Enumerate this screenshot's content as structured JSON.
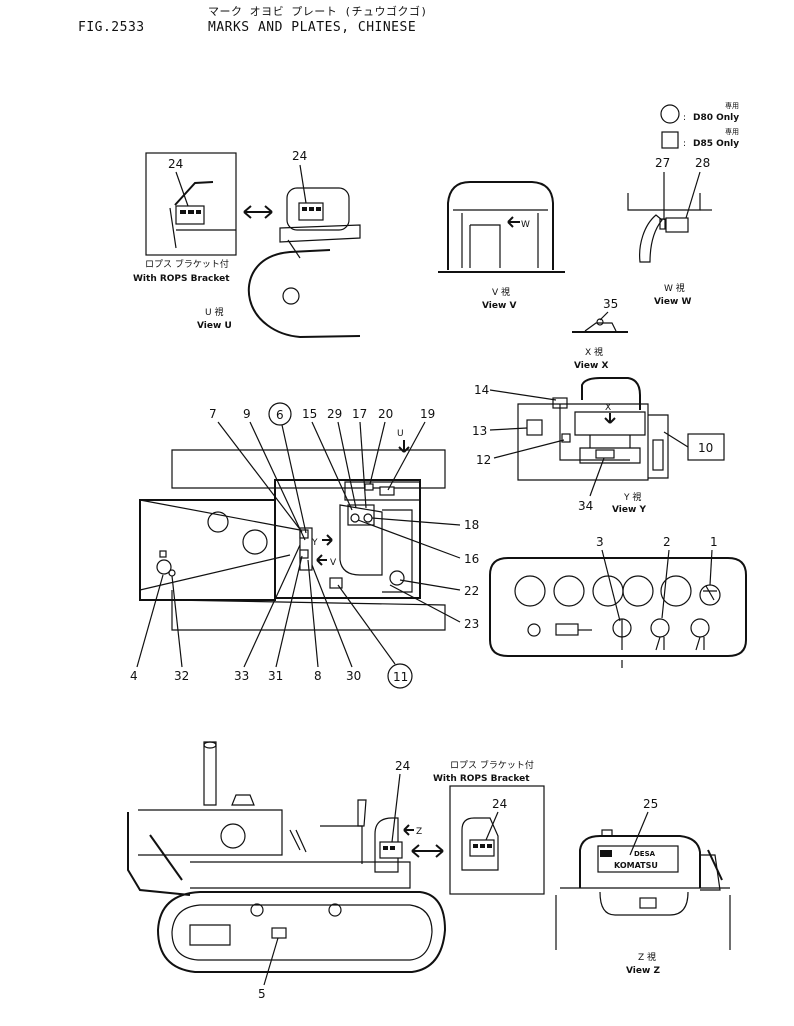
{
  "header": {
    "figure_number": "FIG.2533",
    "title_japanese": "マーク オヨビ プレート (チュウゴクゴ)",
    "title_english": "MARKS AND PLATES, CHINESE"
  },
  "legend": {
    "circle_label": "D80 Only",
    "circle_label_jp": "専用",
    "square_label": "D85 Only",
    "square_label_jp": "専用",
    "separator": ":"
  },
  "views": {
    "rops_top_jp": "ロプス ブラケット付",
    "rops_top_en": "With ROPS Bracket",
    "view_u_jp": "U 視",
    "view_u_en": "View  U",
    "view_v_jp": "V 視",
    "view_v_en": "View  V",
    "view_w_jp": "W 視",
    "view_w_en": "View  W",
    "view_x_jp": "X 視",
    "view_x_en": "View  X",
    "view_y_jp": "Y 視",
    "view_y_en": "View  Y",
    "view_z_jp": "Z 視",
    "view_z_en": "View  Z",
    "rops_bottom_jp": "ロプス ブラケット付",
    "rops_bottom_en": "With ROPS Bracket"
  },
  "arrow_letters": {
    "u": "U",
    "v": "V",
    "w": "W",
    "x": "X",
    "y": "Y",
    "z": "Z"
  },
  "plate_text": {
    "desa": "DESA",
    "komatsu": "KOMATSU"
  },
  "callouts": {
    "c1": "1",
    "c2": "2",
    "c3": "3",
    "c4": "4",
    "c5": "5",
    "c6": "6",
    "c7": "7",
    "c8": "8",
    "c9": "9",
    "c10": "10",
    "c11": "11",
    "c12": "12",
    "c13": "13",
    "c14": "14",
    "c15": "15",
    "c16": "16",
    "c17": "17",
    "c18": "18",
    "c19": "19",
    "c20": "20",
    "c22": "22",
    "c23": "23",
    "c24": "24",
    "c25": "25",
    "c27": "27",
    "c28": "28",
    "c29": "29",
    "c30": "30",
    "c31": "31",
    "c32": "32",
    "c33": "33",
    "c34": "34",
    "c35": "35"
  }
}
